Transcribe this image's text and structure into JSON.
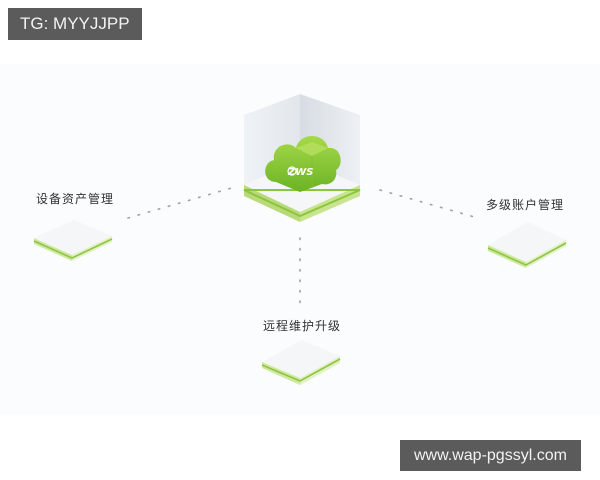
{
  "watermark_top": "TG: MYYJJPP",
  "watermark_bottom": "www.wap-pgssyl.com",
  "diagram": {
    "center": {
      "logo_text": "ZWS",
      "icon": "cloud-icon"
    },
    "nodes": [
      {
        "label": "设备资产管理"
      },
      {
        "label": "多级账户管理"
      },
      {
        "label": "远程维护升级"
      }
    ]
  },
  "colors": {
    "accent": "#8cc63f",
    "panel_bg": "#fafcfd",
    "badge_bg": "#5b5b5b"
  }
}
